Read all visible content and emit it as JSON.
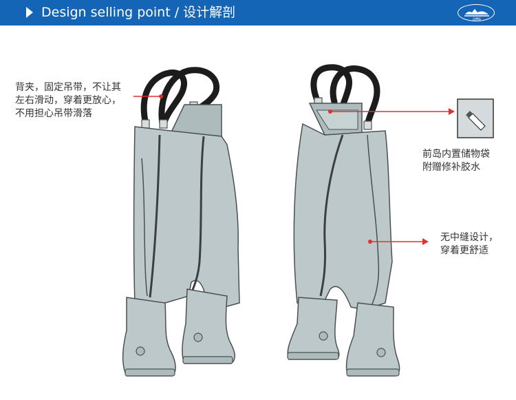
{
  "header": {
    "title": "Design selling point / 设计解剖"
  },
  "callouts": {
    "suspenders": [
      "背夹，固定吊带，不让其",
      "左右滑动，穿着更放心，",
      "不用担心吊带滑落"
    ],
    "pocket": [
      "前岛内置储物袋",
      "附赠修补胶水"
    ],
    "seam": [
      "无中缝设计，",
      "穿着更舒适"
    ]
  },
  "colors": {
    "header": "#1565b7",
    "body": "#bcc8c9",
    "outline": "#4a4f54",
    "accent": "#e03030"
  }
}
